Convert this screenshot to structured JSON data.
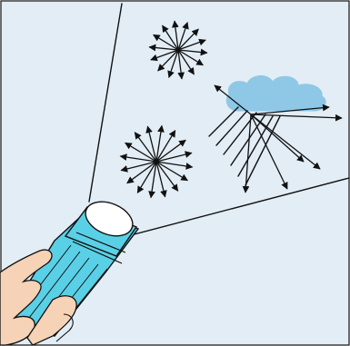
{
  "diagram": {
    "description_text": "",
    "colors": {
      "background": "#e2edf5",
      "cloud": "#8ec8e6",
      "flashlight": "#5ad0e6",
      "skin": "#f6d2b6",
      "line": "#111111"
    },
    "elements": {
      "flashlight": "flashlight",
      "hand": "hand",
      "cloud": "cloud",
      "scatter_points": [
        "particle-scatter-upper",
        "particle-scatter-lower",
        "cloud-scatter"
      ]
    }
  }
}
